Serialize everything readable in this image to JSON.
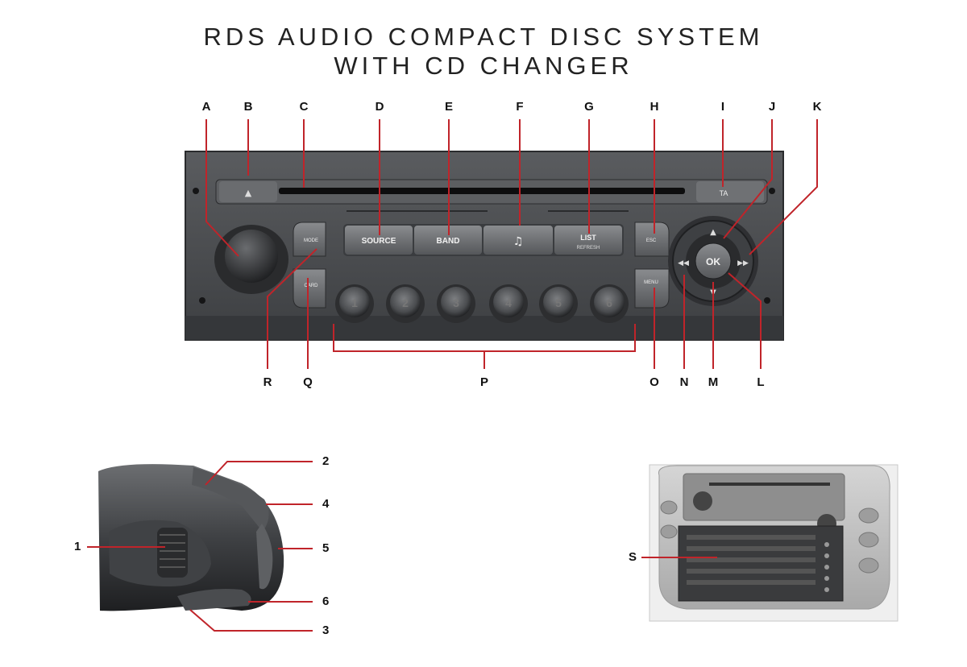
{
  "title": {
    "line1": "RDS AUDIO COMPACT DISC SYSTEM",
    "line2": "WITH CD CHANGER"
  },
  "radio": {
    "buttons": {
      "source": "SOURCE",
      "band": "BAND",
      "music": "♫",
      "list": "LIST",
      "list_sub": "REFRESH",
      "esc": "ESC",
      "mode": "MODE",
      "card": "CARD",
      "menu": "MENU",
      "ok": "OK",
      "ta": "TA",
      "eject": "▲",
      "prev": "◀◀",
      "next": "▶▶",
      "up": "▲",
      "down": "▼"
    },
    "presets": [
      "1",
      "2",
      "3",
      "4",
      "5",
      "6"
    ]
  },
  "top_labels": [
    "A",
    "B",
    "C",
    "D",
    "E",
    "F",
    "G",
    "H",
    "I",
    "J",
    "K"
  ],
  "bottom_labels": [
    "R",
    "Q",
    "P",
    "O",
    "N",
    "M",
    "L"
  ],
  "stalk_labels": [
    "2",
    "4",
    "1",
    "5",
    "6",
    "3"
  ],
  "changer_label": "S",
  "colors": {
    "leader": "#c0242a",
    "faceplate": "#4a4c4f",
    "buttons": "#66686b"
  }
}
